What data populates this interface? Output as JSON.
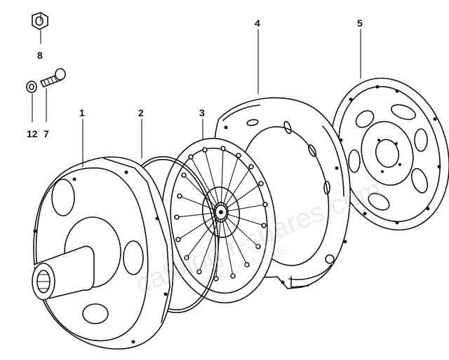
{
  "callouts": [
    {
      "id": "1",
      "label": "1"
    },
    {
      "id": "2",
      "label": "2"
    },
    {
      "id": "3",
      "label": "3"
    },
    {
      "id": "4",
      "label": "4"
    },
    {
      "id": "5",
      "label": "5"
    },
    {
      "id": "7",
      "label": "7"
    },
    {
      "id": "8",
      "label": "8"
    },
    {
      "id": "12",
      "label": "12"
    }
  ],
  "watermark": {
    "line1": "catalog.r-spares.com",
    "line2": "0300024 4 4406"
  },
  "parts": {
    "p1": "transmission-housing",
    "p2": "gasket",
    "p3": "clutch-disc",
    "p4": "pressure-plate",
    "p5": "flywheel",
    "p7": "bolt",
    "p8": "nut",
    "p12": "washer"
  }
}
